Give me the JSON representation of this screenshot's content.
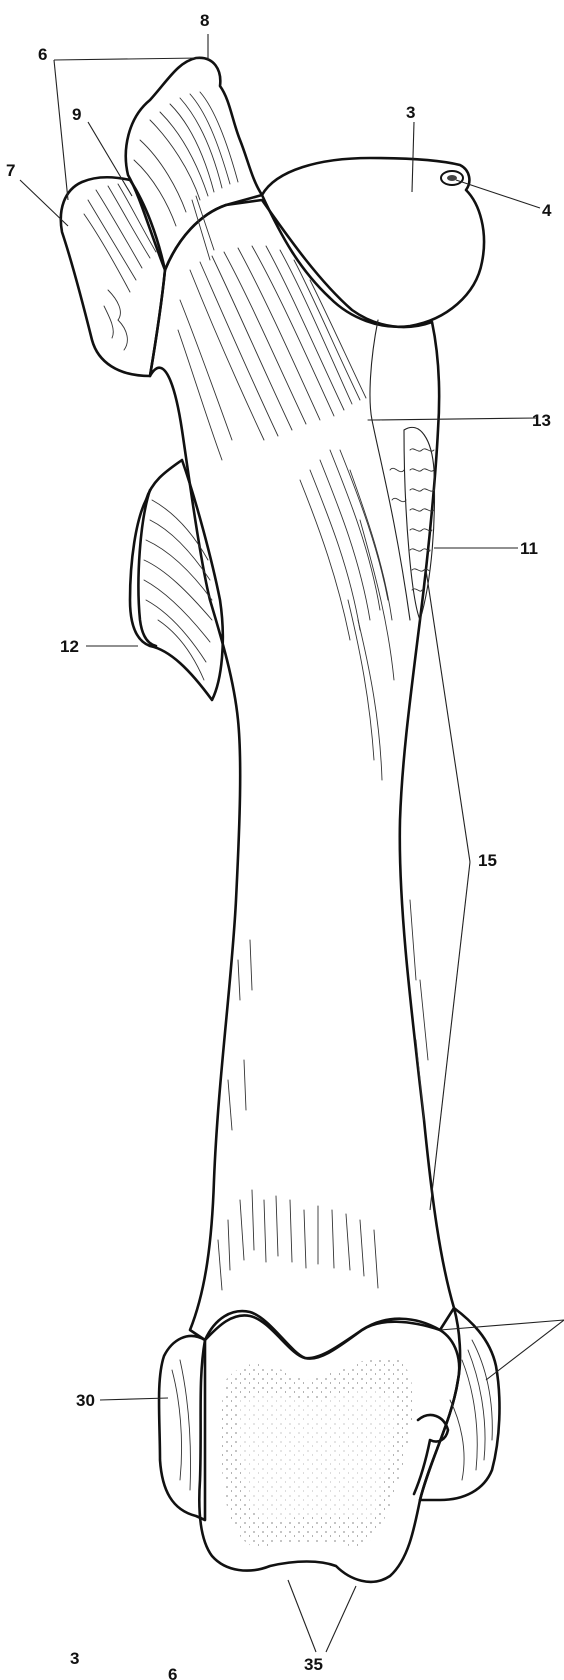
{
  "figure": {
    "labels": {
      "l3": "3",
      "l4": "4",
      "l6": "6",
      "l7": "7",
      "l8": "8",
      "l9": "9",
      "l11": "11",
      "l12": "12",
      "l13": "13",
      "l15": "15",
      "l30": "30",
      "l35": "35",
      "bottom3": "3",
      "bottom6": "6"
    }
  }
}
